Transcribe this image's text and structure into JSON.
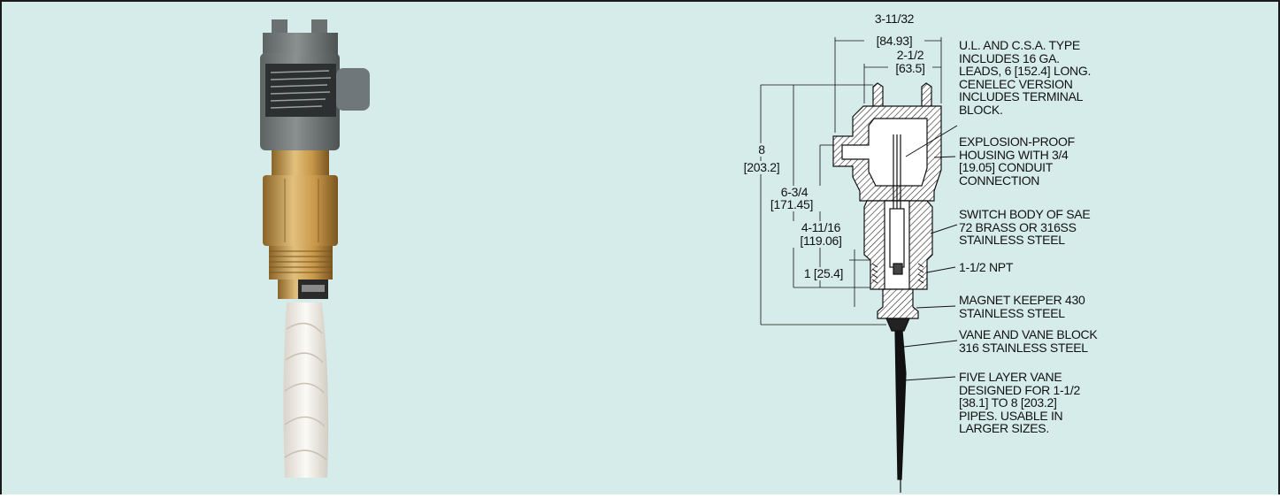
{
  "dimensions": {
    "overall_width": "3-11/32",
    "overall_width_mm": "[84.93]",
    "head_width": "2-1/2",
    "head_width_mm": "[63.5]",
    "total_height": "8",
    "total_height_mm": "[203.2]",
    "conduit_height": "6-3/4",
    "conduit_height_mm": "[171.45]",
    "body_height": "4-11/16",
    "body_height_mm": "[119.06]",
    "thread_height": "1 [25.4]"
  },
  "callouts": [
    [
      "U.L. AND C.S.A. TYPE",
      "INCLUDES 16 GA.",
      "LEADS, 6 [152.4] LONG.",
      "CENELEC VERSION",
      "INCLUDES TERMINAL",
      "BLOCK."
    ],
    [
      "EXPLOSION-PROOF",
      "HOUSING WITH 3/4",
      "[19.05] CONDUIT",
      "CONNECTION"
    ],
    [
      "SWITCH BODY OF SAE",
      "72 BRASS OR 316SS",
      "STAINLESS STEEL"
    ],
    [
      "1-1/2 NPT"
    ],
    [
      "MAGNET KEEPER 430",
      "STAINLESS STEEL"
    ],
    [
      "VANE AND VANE BLOCK",
      "316 STAINLESS STEEL"
    ],
    [
      "FIVE LAYER VANE",
      "DESIGNED FOR 1-1/2",
      "[38.1] TO 8 [203.2]",
      "PIPES. USABLE IN",
      "LARGER SIZES."
    ]
  ],
  "colors": {
    "panel": "#d6ecea",
    "housing": "#6e7474",
    "brass": "#c49a52",
    "vane": "#f0ede6"
  }
}
